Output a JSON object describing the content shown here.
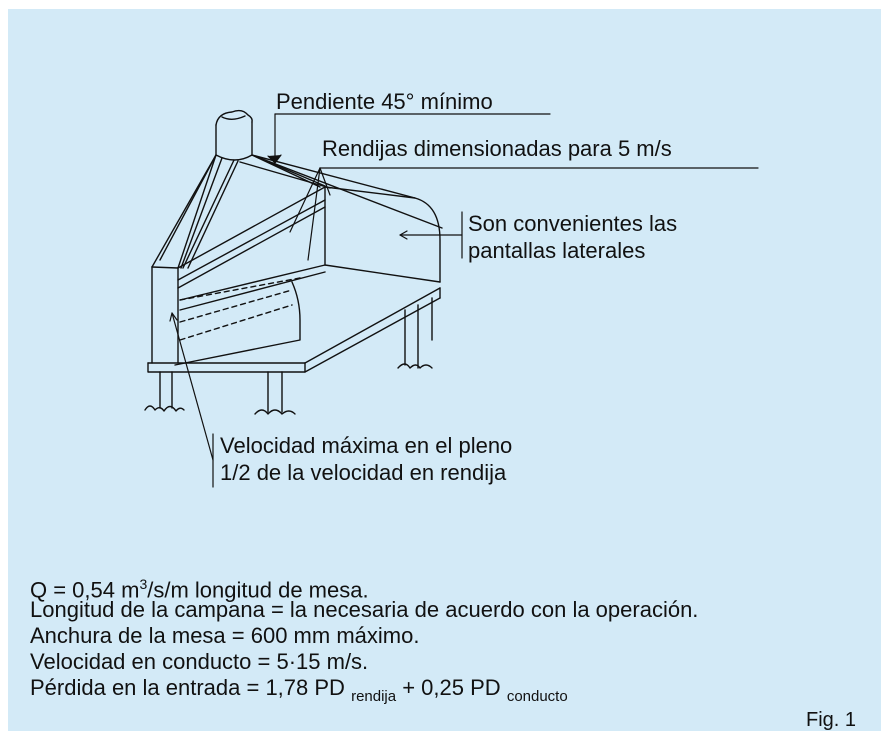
{
  "annotations": {
    "slope": "Pendiente 45° mínimo",
    "slots": "Rendijas dimensionadas para 5 m/s",
    "side_panels_1": "Son convenientes las",
    "side_panels_2": "pantallas laterales",
    "plenum_1": "Velocidad máxima en el pleno",
    "plenum_2": "1/2 de la velocidad en rendija"
  },
  "formulas": {
    "q_prefix": "Q = 0,54 m",
    "q_sup": "3",
    "q_suffix": "/s/m longitud de mesa.",
    "hood_length": "Longitud de la campana = la necesaria de acuerdo con la operación.",
    "table_width": "Anchura de la mesa = 600 mm máximo.",
    "duct_velocity": "Velocidad en conducto = 5·15 m/s.",
    "loss_prefix": "Pérdida en la entrada = 1,78 PD",
    "loss_sub1": "rendija",
    "loss_middle": " + 0,25 PD",
    "loss_sub2": "conducto"
  },
  "figure_label": "Fig. 1",
  "colors": {
    "background": "#d3eaf7",
    "line": "#111111"
  }
}
